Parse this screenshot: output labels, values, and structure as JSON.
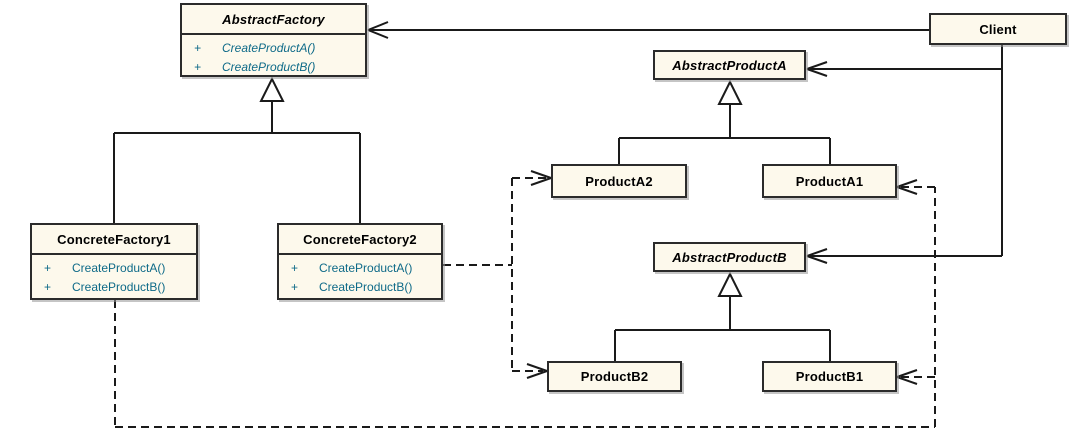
{
  "diagram": {
    "kind": "uml-class-diagram",
    "colors": {
      "box_fill": "#fdf9ec",
      "box_border": "#2b2b2b",
      "title_text": "#000000",
      "method_text": "#0e6a88",
      "connector": "#1a1a1a",
      "background": "#ffffff"
    },
    "classes": {
      "abstract_factory": {
        "name": "AbstractFactory",
        "abstract": true,
        "m1_vis": "+",
        "m1_sig": "CreateProductA()",
        "m2_vis": "+",
        "m2_sig": "CreateProductB()"
      },
      "client": {
        "name": "Client",
        "abstract": false
      },
      "abstract_product_a": {
        "name": "AbstractProductA",
        "abstract": true
      },
      "product_a2": {
        "name": "ProductA2",
        "abstract": false
      },
      "product_a1": {
        "name": "ProductA1",
        "abstract": false
      },
      "concrete_factory1": {
        "name": "ConcreteFactory1",
        "abstract": false,
        "m1_vis": "+",
        "m1_sig": "CreateProductA()",
        "m2_vis": "+",
        "m2_sig": "CreateProductB()"
      },
      "concrete_factory2": {
        "name": "ConcreteFactory2",
        "abstract": false,
        "m1_vis": "+",
        "m1_sig": "CreateProductA()",
        "m2_vis": "+",
        "m2_sig": "CreateProductB()"
      },
      "abstract_product_b": {
        "name": "AbstractProductB",
        "abstract": true
      },
      "product_b2": {
        "name": "ProductB2",
        "abstract": false
      },
      "product_b1": {
        "name": "ProductB1",
        "abstract": false
      }
    },
    "relationships": [
      {
        "type": "association",
        "from": "Client",
        "to": "AbstractFactory",
        "arrow": "open",
        "line": "solid"
      },
      {
        "type": "association",
        "from": "Client",
        "to": "AbstractProductA",
        "arrow": "open",
        "line": "solid"
      },
      {
        "type": "association",
        "from": "Client",
        "to": "AbstractProductB",
        "arrow": "open",
        "line": "solid"
      },
      {
        "type": "generalization",
        "from": "ConcreteFactory1",
        "to": "AbstractFactory",
        "arrow": "hollow-triangle",
        "line": "solid"
      },
      {
        "type": "generalization",
        "from": "ConcreteFactory2",
        "to": "AbstractFactory",
        "arrow": "hollow-triangle",
        "line": "solid"
      },
      {
        "type": "generalization",
        "from": "ProductA2",
        "to": "AbstractProductA",
        "arrow": "hollow-triangle",
        "line": "solid"
      },
      {
        "type": "generalization",
        "from": "ProductA1",
        "to": "AbstractProductA",
        "arrow": "hollow-triangle",
        "line": "solid"
      },
      {
        "type": "generalization",
        "from": "ProductB2",
        "to": "AbstractProductB",
        "arrow": "hollow-triangle",
        "line": "solid"
      },
      {
        "type": "generalization",
        "from": "ProductB1",
        "to": "AbstractProductB",
        "arrow": "hollow-triangle",
        "line": "solid"
      },
      {
        "type": "dependency",
        "from": "ConcreteFactory2",
        "to": "ProductA2",
        "arrow": "open",
        "line": "dashed"
      },
      {
        "type": "dependency",
        "from": "ConcreteFactory2",
        "to": "ProductB2",
        "arrow": "open",
        "line": "dashed"
      },
      {
        "type": "dependency",
        "from": "ConcreteFactory1",
        "to": "ProductA1",
        "arrow": "open",
        "line": "dashed"
      },
      {
        "type": "dependency",
        "from": "ConcreteFactory1",
        "to": "ProductB1",
        "arrow": "open",
        "line": "dashed"
      }
    ]
  }
}
